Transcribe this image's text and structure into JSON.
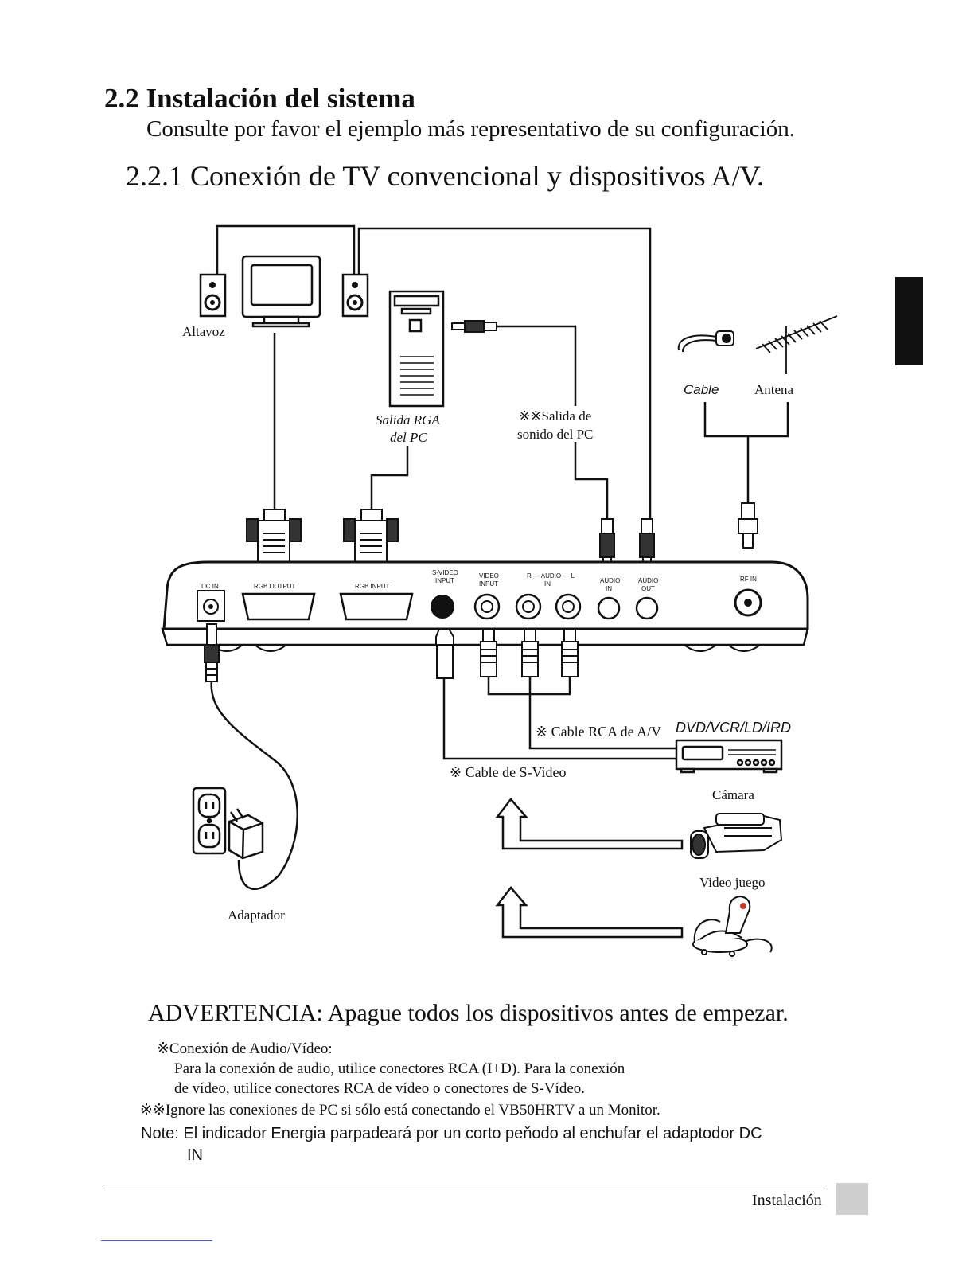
{
  "heading": {
    "section": "2.2 Instalación del sistema",
    "intro": "Consulte por favor el ejemplo más representativo de su configuración.",
    "subsection": "2.2.1 Conexión de TV convencional y dispositivos A/V."
  },
  "diagram": {
    "labels": {
      "speaker": "Altavoz",
      "pc_rgb_1": "Salida RGA",
      "pc_rgb_2": "del PC",
      "pc_sound_1": "※※Salida de",
      "pc_sound_2": "sonido del PC",
      "cable": "Cable",
      "antenna": "Antena",
      "rca_cable": "※ Cable RCA de A/V",
      "dvd": "DVD/VCR/LD/IRD",
      "svideo_cable": "※  Cable de S-Video",
      "camera": "Cámara",
      "game": "Video juego",
      "adapter": "Adaptador"
    },
    "ports": {
      "dc_in": "DC IN",
      "rgb_output": "RGB  OUTPUT",
      "rgb_input": "RGB  INPUT",
      "svideo_1": "S-VIDEO",
      "svideo_2": "INPUT",
      "video_1": "VIDEO",
      "video_2": "INPUT",
      "audio_top": "R — AUDIO — L",
      "audio_in_mid": "IN",
      "audio_in_1": "AUDIO",
      "audio_in_2": "IN",
      "audio_out_1": "AUDIO",
      "audio_out_2": "OUT",
      "rf_in": "RF IN"
    }
  },
  "warning": "ADVERTENCIA: Apague todos los dispositivos antes de empezar.",
  "notes": {
    "av_title": "※Conexión de Audio/Vídeo:",
    "av_line1": "Para la conexión de audio, utilice conectores RCA (I+D). Para la conexión",
    "av_line2": "de vídeo, utilice conectores RCA de vídeo o conectores de S-Vídeo.",
    "pc_note": "※※Ignore las conexiones de PC si sólo está conectando el VB50HRTV a un  Monitor.",
    "power_note_1": "Note: El indicador Energia parpadeará por un corto peňodo al enchufar el adaptodor DC",
    "power_note_2": "IN"
  },
  "footer": {
    "label": "Instalación"
  }
}
